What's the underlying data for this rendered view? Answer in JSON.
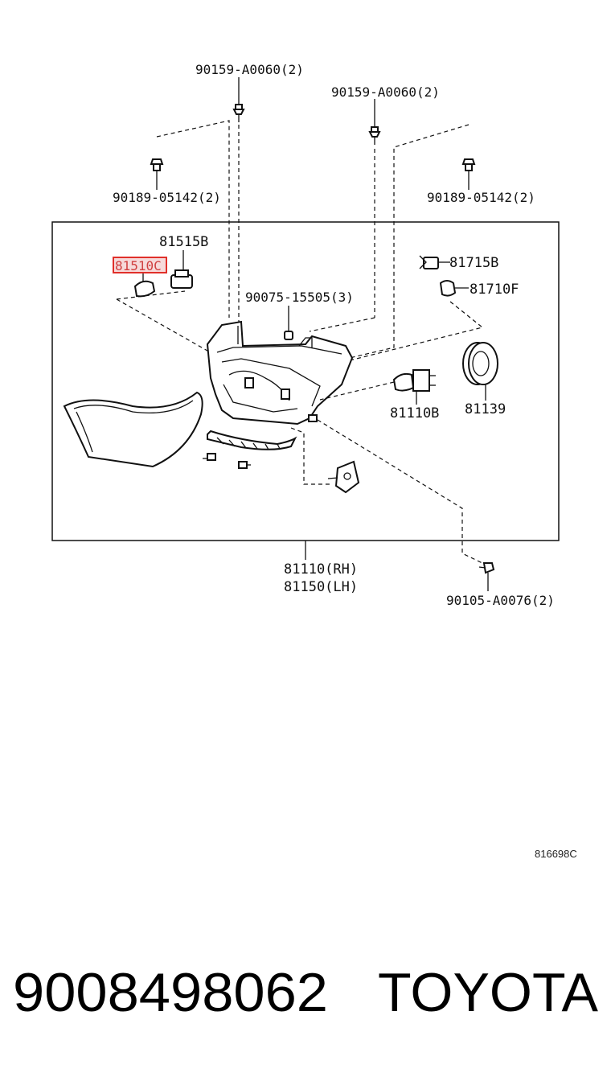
{
  "diagram": {
    "labels": {
      "bolt_top_left": "90159-A0060(2)",
      "bolt_top_right": "90159-A0060(2)",
      "clip_left": "90189-05142(2)",
      "clip_right": "90189-05142(2)",
      "socket": "81515B",
      "bulb_highlight": "81510C",
      "screw_grommet": "90075-15505(3)",
      "socket_right": "81715B",
      "bulb_right": "81710F",
      "head_bulb": "81110B",
      "cap": "81139",
      "assembly_rh": "81110(RH)",
      "assembly_lh": "81150(LH)",
      "bottom_bolt": "90105-A0076(2)",
      "diagram_code": "816698C"
    },
    "highlight_color": "#e0302a"
  },
  "footer": {
    "part_number": "9008498062",
    "brand": "TOYOTA"
  }
}
